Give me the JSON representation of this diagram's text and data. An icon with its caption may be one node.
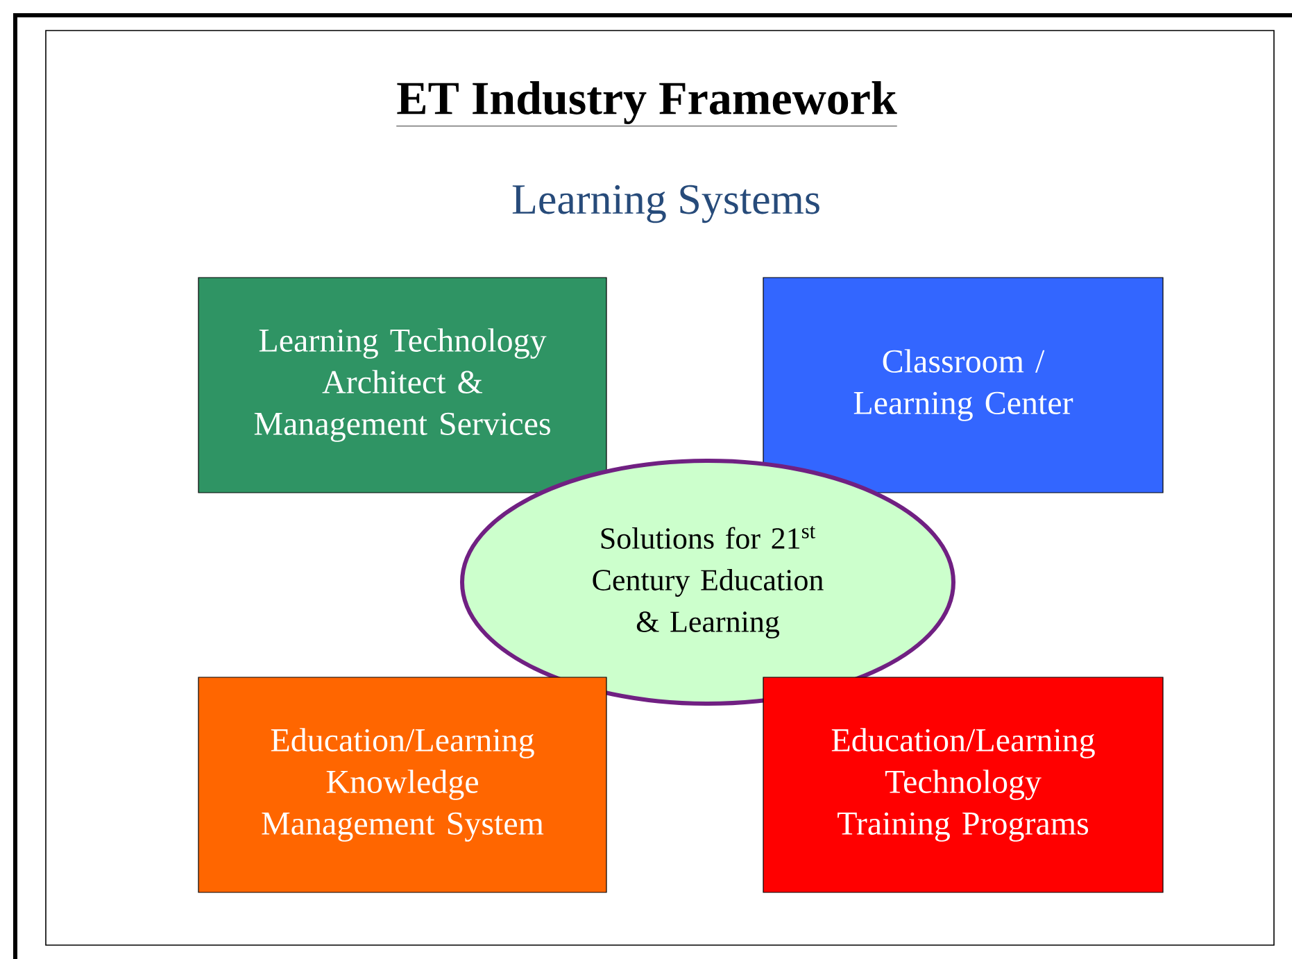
{
  "diagram": {
    "title": "ET Industry Framework",
    "nodes": [
      {
        "text": [
          "Learning Technology Architect & Management Services"
        ]
      },
      {
        "text": [
          "Classroom / Learning Center"
        ]
      },
      {
        "text": [
          "Solutions for 21$^{st}$ Century Education & Learning"
        ]
      },
      {
        "text": [
          "Education/Learning Knowledge Management System"
        ]
      },
      {
        "text": [
          "Education/Learning Technology Training Programs"
        ]
      }
    ],
    "labels": [
      "Learning Systems"
    ]
  }
}
